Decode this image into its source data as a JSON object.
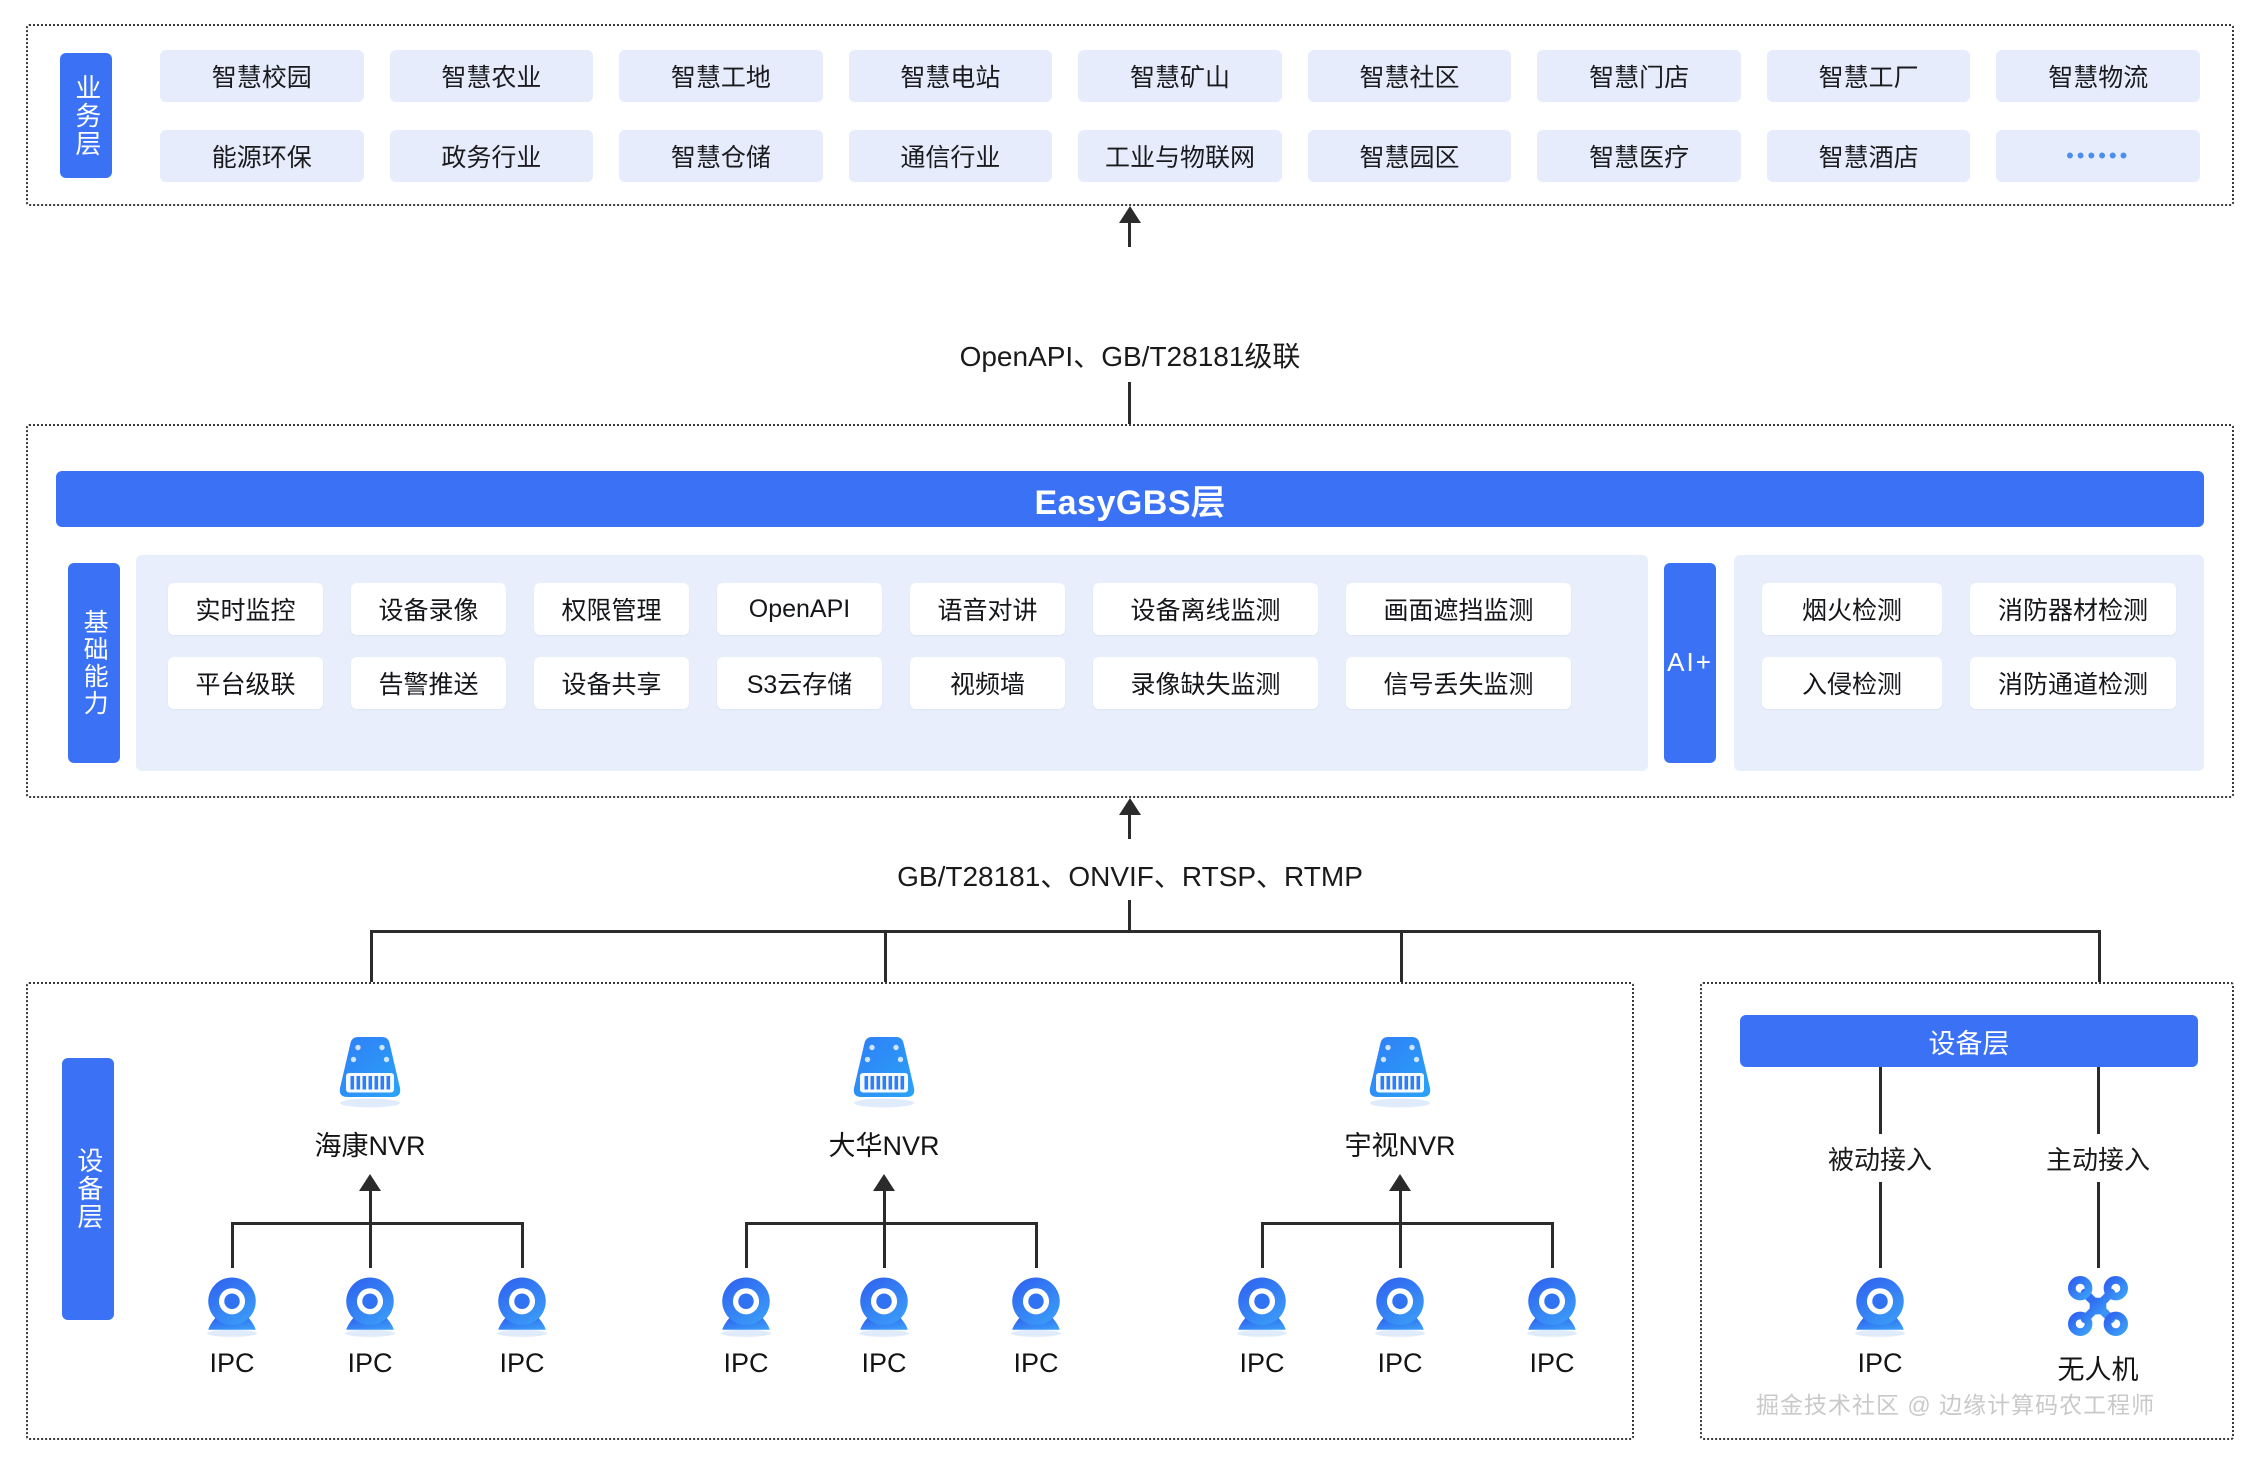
{
  "business_layer": {
    "tab_label": "业务层",
    "row1": [
      "智慧校园",
      "智慧农业",
      "智慧工地",
      "智慧电站",
      "智慧矿山",
      "智慧社区",
      "智慧门店",
      "智慧工厂",
      "智慧物流"
    ],
    "row2": [
      "能源环保",
      "政务行业",
      "智慧仓储",
      "通信行业",
      "工业与物联网",
      "智慧园区",
      "智慧医疗",
      "智慧酒店",
      "••••••"
    ]
  },
  "connectors": {
    "top": "OpenAPI、GB/T28181级联",
    "bottom": "GB/T28181、ONVIF、RTSP、RTMP"
  },
  "gbs_layer": {
    "title": "EasyGBS层",
    "capability_tab": "基础能力",
    "capability_row1": [
      "实时监控",
      "设备录像",
      "权限管理",
      "OpenAPI",
      "语音对讲",
      "设备离线监测",
      "画面遮挡监测"
    ],
    "capability_row2": [
      "平台级联",
      "告警推送",
      "设备共享",
      "S3云存储",
      "视频墙",
      "录像缺失监测",
      "信号丢失监测"
    ],
    "ai_tab": "AI+",
    "ai_row1": [
      "烟火检测",
      "消防器材检测"
    ],
    "ai_row2": [
      "入侵检测",
      "消防通道检测"
    ]
  },
  "device_layer_left": {
    "tab_label": "设备层",
    "groups": [
      {
        "nvr_label": "海康NVR",
        "ipc_labels": [
          "IPC",
          "IPC",
          "IPC"
        ]
      },
      {
        "nvr_label": "大华NVR",
        "ipc_labels": [
          "IPC",
          "IPC",
          "IPC"
        ]
      },
      {
        "nvr_label": "宇视NVR",
        "ipc_labels": [
          "IPC",
          "IPC",
          "IPC"
        ]
      }
    ]
  },
  "device_layer_right": {
    "bar_label": "设备层",
    "access_modes": [
      "被动接入",
      "主动接入"
    ],
    "devices": [
      {
        "icon": "ipc-camera-icon",
        "label": "IPC"
      },
      {
        "icon": "drone-icon",
        "label": "无人机"
      }
    ]
  },
  "watermark": "掘金技术社区 @ 边缘计算码农工程师",
  "colors": {
    "brand_blue": "#3b72f5",
    "chip_blue": "#e6ecfb",
    "panel_blue": "#e9eefc",
    "line_dark": "#2b2b2b"
  }
}
